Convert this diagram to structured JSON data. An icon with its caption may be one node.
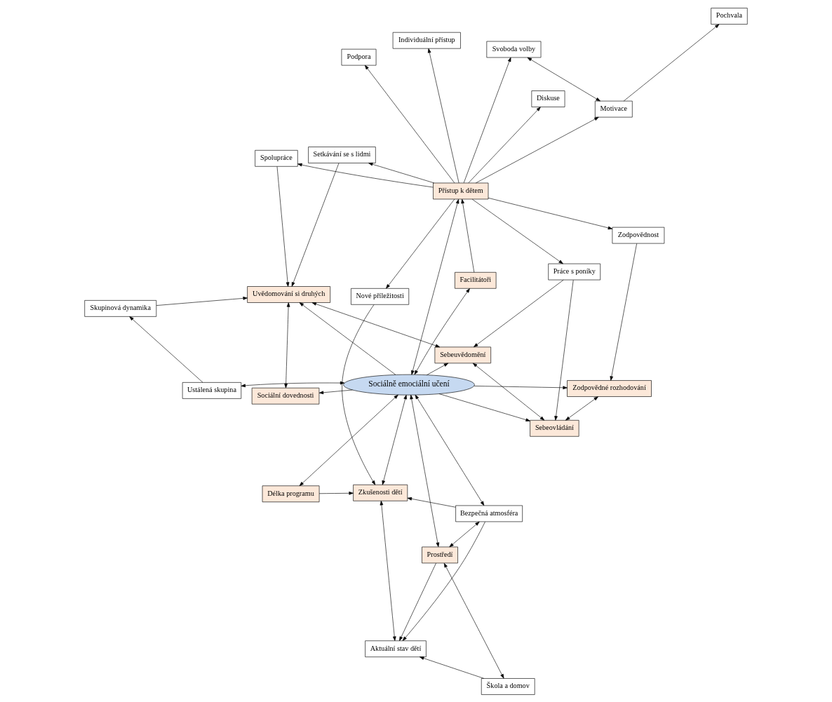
{
  "diagram": {
    "nodes": [
      {
        "text": [
          "Skupinová dynamika"
        ]
      },
      {
        "text": [
          "Škola a domov"
        ]
      },
      {
        "text": [
          "Aktuální stav dětí"
        ]
      },
      {
        "text": [
          "Ustálená skupina"
        ]
      },
      {
        "text": [
          "Bezpečná atmosféra"
        ]
      },
      {
        "text": [
          "Prostředí"
        ]
      },
      {
        "text": [
          "Uvědomování si druhých"
        ]
      },
      {
        "text": [
          "Sociální dovednosti"
        ]
      },
      {
        "text": [
          "Zkušenosti dětí"
        ]
      },
      {
        "text": [
          "Sebeuvědomění"
        ]
      },
      {
        "text": [
          "Sociálně emociální učení"
        ]
      },
      {
        "text": [
          "Délka programu"
        ]
      },
      {
        "text": [
          "Sebeovládání"
        ]
      },
      {
        "text": [
          "Zodpovědné rozhodování"
        ]
      },
      {
        "text": [
          "Facilitátoři"
        ]
      },
      {
        "text": [
          "Nové příležitosti"
        ]
      },
      {
        "text": [
          "Diskuse"
        ]
      },
      {
        "text": [
          "Práce s poníky"
        ]
      },
      {
        "text": [
          "Zodpovědnost"
        ]
      },
      {
        "text": [
          "Přístup k dětem"
        ]
      },
      {
        "text": [
          "Podpora"
        ]
      },
      {
        "text": [
          "Svoboda volby"
        ]
      },
      {
        "text": [
          "Motivace"
        ]
      },
      {
        "text": [
          "Spolupráce"
        ]
      },
      {
        "text": [
          "Individuální přístup"
        ]
      },
      {
        "text": [
          "Pochvala"
        ]
      },
      {
        "text": [
          "Setkávání se s lidmi"
        ]
      }
    ],
    "edges": [
      {
        "from": 0,
        "to": 6,
        "arrow": "to"
      },
      {
        "from": 3,
        "to": 0,
        "arrow": "to"
      },
      {
        "from": 3,
        "to": 10,
        "arrow": "both"
      },
      {
        "from": 1,
        "to": 2,
        "arrow": "to"
      },
      {
        "from": 1,
        "to": 5,
        "arrow": "both"
      },
      {
        "from": 5,
        "to": 2,
        "arrow": "to"
      },
      {
        "from": 5,
        "to": 4,
        "arrow": "both"
      },
      {
        "from": 4,
        "to": 2,
        "arrow": "to"
      },
      {
        "from": 4,
        "to": 8,
        "arrow": "to"
      },
      {
        "from": 2,
        "to": 8,
        "arrow": "both"
      },
      {
        "from": 10,
        "to": 5,
        "arrow": "both"
      },
      {
        "from": 10,
        "to": 4,
        "arrow": "both"
      },
      {
        "from": 10,
        "to": 8,
        "arrow": "both"
      },
      {
        "from": 10,
        "to": 11,
        "arrow": "both"
      },
      {
        "from": 11,
        "to": 8,
        "arrow": "to"
      },
      {
        "from": 15,
        "to": 8,
        "arrow": "to"
      },
      {
        "from": 10,
        "to": 14,
        "arrow": "both"
      },
      {
        "from": 10,
        "to": 19,
        "arrow": "both"
      },
      {
        "from": 14,
        "to": 19,
        "arrow": "to"
      },
      {
        "from": 6,
        "to": 7,
        "arrow": "both"
      },
      {
        "from": 10,
        "to": 6,
        "arrow": "to"
      },
      {
        "from": 10,
        "to": 7,
        "arrow": "to"
      },
      {
        "from": 10,
        "to": 9,
        "arrow": "to"
      },
      {
        "from": 10,
        "to": 12,
        "arrow": "to"
      },
      {
        "from": 10,
        "to": 13,
        "arrow": "to"
      },
      {
        "from": 6,
        "to": 9,
        "arrow": "both"
      },
      {
        "from": 9,
        "to": 12,
        "arrow": "both"
      },
      {
        "from": 12,
        "to": 13,
        "arrow": "both"
      },
      {
        "from": 17,
        "to": 12,
        "arrow": "to"
      },
      {
        "from": 17,
        "to": 9,
        "arrow": "to"
      },
      {
        "from": 19,
        "to": 17,
        "arrow": "to"
      },
      {
        "from": 23,
        "to": 6,
        "arrow": "to"
      },
      {
        "from": 26,
        "to": 6,
        "arrow": "to"
      },
      {
        "from": 18,
        "to": 13,
        "arrow": "to"
      },
      {
        "from": 19,
        "to": 18,
        "arrow": "to"
      },
      {
        "from": 19,
        "to": 21,
        "arrow": "to"
      },
      {
        "from": 19,
        "to": 23,
        "arrow": "to"
      },
      {
        "from": 19,
        "to": 26,
        "arrow": "to"
      },
      {
        "from": 19,
        "to": 16,
        "arrow": "to"
      },
      {
        "from": 19,
        "to": 15,
        "arrow": "to"
      },
      {
        "from": 19,
        "to": 20,
        "arrow": "to"
      },
      {
        "from": 19,
        "to": 22,
        "arrow": "to"
      },
      {
        "from": 19,
        "to": 24,
        "arrow": "to"
      },
      {
        "from": 21,
        "to": 22,
        "arrow": "both"
      },
      {
        "from": 22,
        "to": 25,
        "arrow": "to"
      }
    ]
  }
}
